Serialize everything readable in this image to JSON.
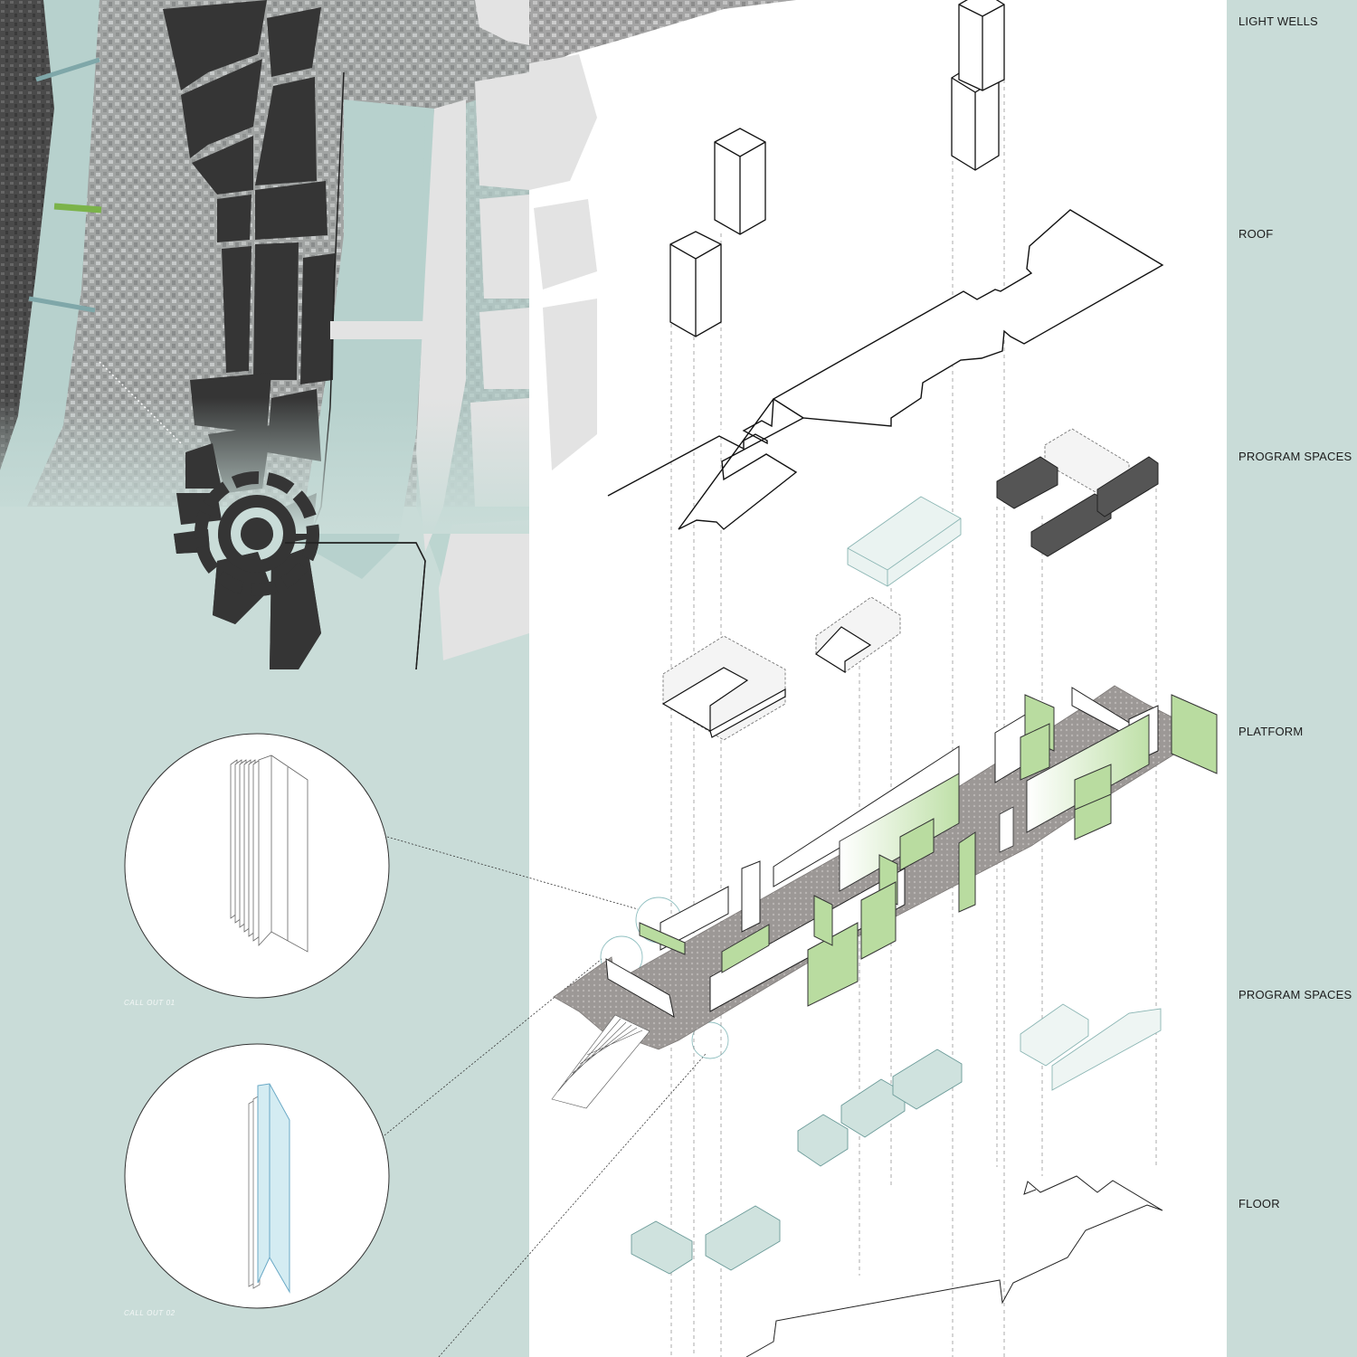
{
  "layers": [
    {
      "label": "LIGHT WELLS"
    },
    {
      "label": "ROOF"
    },
    {
      "label": "PROGRAM SPACES"
    },
    {
      "label": "PLATFORM"
    },
    {
      "label": "PROGRAM SPACES"
    },
    {
      "label": "FLOOR"
    }
  ],
  "callouts": [
    {
      "caption": "CALL OUT 01"
    },
    {
      "caption": "CALL OUT 02"
    }
  ],
  "colors": {
    "panel": "#c9dcd8",
    "river": "#b7d1cd",
    "city_dark": "#353535",
    "glass_green": "#b9dca0",
    "glass_blue": "#d4ecf2",
    "program_dark": "#555555"
  }
}
